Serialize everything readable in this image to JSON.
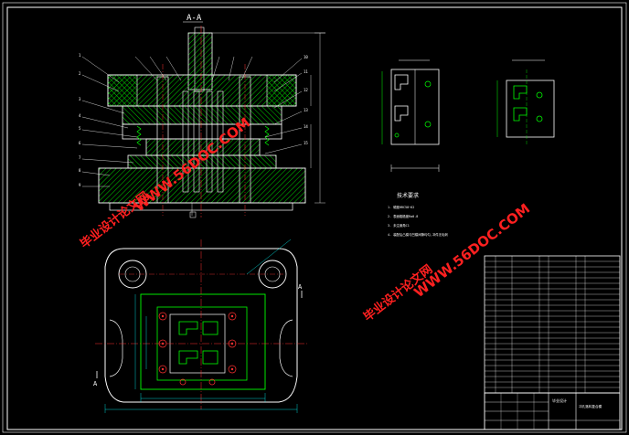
{
  "drawing": {
    "section_label": "A-A",
    "view_marker_left": "A",
    "view_marker_right": "A"
  },
  "tech_requirements": {
    "title": "技术要求",
    "lines": [
      "1. 硬度HRC58~62",
      "2. 表面粗糙度Ra0.8",
      "3. 未注倒角C1",
      "4. 装配后凸模与凹模间隙均匀,冲件无毛刺"
    ]
  },
  "title_block": {
    "drawing_name": "冲孔落料复合模",
    "school": "毕业设计"
  },
  "watermarks": {
    "site": "WWW.56DOC.COM",
    "brand": "毕业设计论文网"
  },
  "colors": {
    "background": "#000000",
    "line_white": "#ffffff",
    "line_green": "#00ff00",
    "hatch_green": "#00cc00",
    "dimension_cyan": "#00ffff",
    "watermark_red": "#ff2020",
    "center_red": "#ff3030"
  }
}
